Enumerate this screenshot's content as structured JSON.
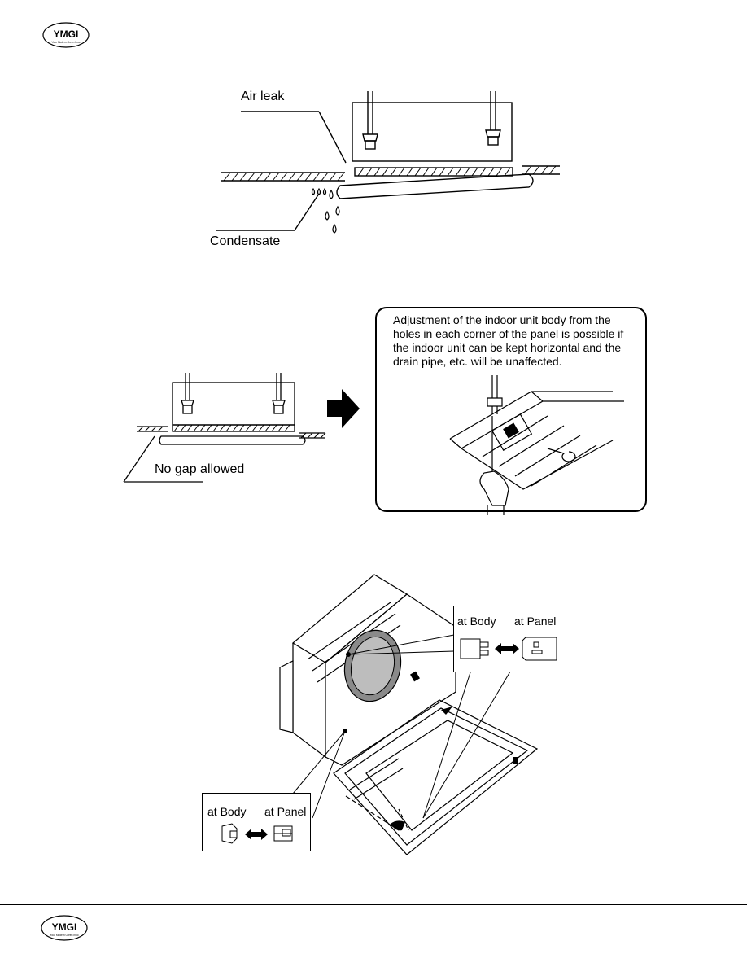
{
  "brand": {
    "logo_text": "YMGI",
    "logo_tagline": "Your Modern Green Inno"
  },
  "figure1": {
    "air_leak_label": "Air leak",
    "condensate_label": "Condensate"
  },
  "figure2": {
    "no_gap_label": "No gap allowed",
    "note_text": "Adjustment of the indoor unit body from the holes in each corner of the panel is possible if the indoor unit can be kept horizontal and the drain pipe, etc. will be unaffected."
  },
  "figure3": {
    "callout_top": {
      "left_label": "at Body",
      "right_label": "at Panel"
    },
    "callout_bottom": {
      "left_label": "at Body",
      "right_label": "at Panel"
    }
  },
  "colors": {
    "ink": "#000000",
    "gray_fill": "#bdbdbd",
    "ring": "#8a8a8a"
  }
}
